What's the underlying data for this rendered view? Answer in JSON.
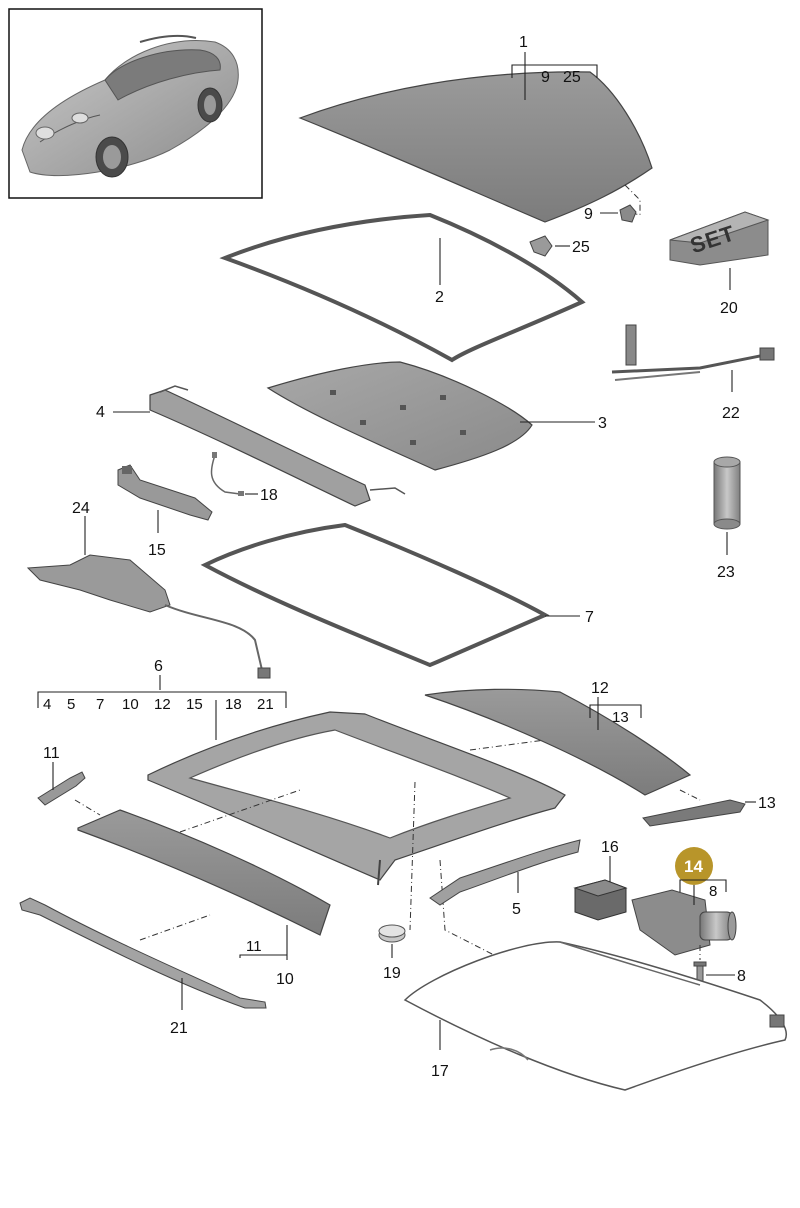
{
  "labels": {
    "p1": "1",
    "p1_sub_a": "9",
    "p1_sub_b": "25",
    "p2": "2",
    "p3": "3",
    "p4": "4",
    "p5": "5",
    "p6": "6",
    "p6_subs": [
      "4",
      "5",
      "7",
      "10",
      "12",
      "15",
      "18",
      "21"
    ],
    "p7": "7",
    "p8a": "8",
    "p8b": "8",
    "p9": "9",
    "p10": "10",
    "p10_sub": "11",
    "p11": "11",
    "p12": "12",
    "p12_sub": "13",
    "p13": "13",
    "p14": "14",
    "p15": "15",
    "p16": "16",
    "p17": "17",
    "p18": "18",
    "p19": "19",
    "p20": "20",
    "p21": "21",
    "p22": "22",
    "p23": "23",
    "p24": "24",
    "p25": "25"
  },
  "set_box_text": "SET",
  "highlight": {
    "part": "14",
    "color": "#b8952a"
  }
}
